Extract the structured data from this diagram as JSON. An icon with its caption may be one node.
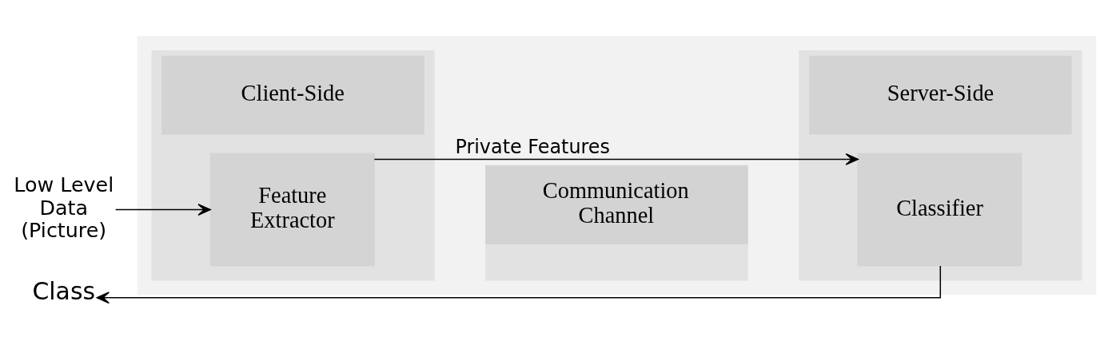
{
  "diagram": {
    "nodes": [
      {
        "text": [],
        "shape": "box"
      },
      {
        "text": [
          "Client-Side"
        ],
        "in": 0
      },
      {
        "text": [
          "Communication Channel"
        ],
        "in": 0
      },
      {
        "text": [
          "Server-Side"
        ],
        "in": 0
      },
      {
        "text": [
          "Low Level Data (Picture)"
        ]
      },
      {
        "text": [
          "Feature Extractor"
        ],
        "in": 1
      },
      {
        "text": [
          "Classifier"
        ],
        "in": 3
      },
      {
        "text": [
          "Class"
        ]
      }
    ],
    "edges": [
      {
        "from": 4,
        "to": 5,
        "arrow": "to"
      },
      {
        "from": 5,
        "to": 6,
        "label": "Private Features",
        "arrow": "to"
      },
      {
        "from": 6,
        "to": 7,
        "arrow": "to"
      }
    ]
  }
}
